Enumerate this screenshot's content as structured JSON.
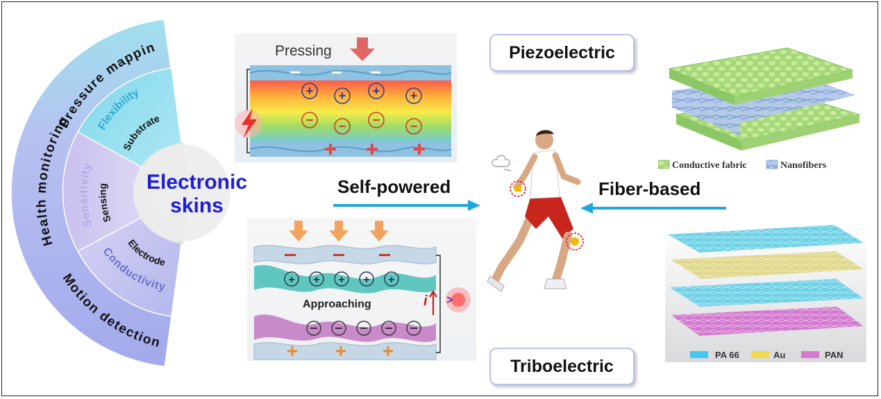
{
  "fan": {
    "outer": {
      "top": "Pressure mapping",
      "middle": "Health monitoring",
      "bottom": "Motion detection"
    },
    "middle": {
      "top": "Flexibility",
      "middle": "Sensitivity",
      "bottom": "Conductivity"
    },
    "inner": {
      "top": "Substrate",
      "middle": "Sensing",
      "bottom": "Electrode"
    },
    "center_line1": "Electronic",
    "center_line2": "skins",
    "colors": {
      "outer": "#a9b8ef",
      "flex": "#7fd6ea",
      "sens": "#c8c2ee",
      "title": "#1e1ed6"
    }
  },
  "piezo": {
    "label": "Pressing",
    "plus": "+",
    "minus": "−"
  },
  "tribo": {
    "label": "Approaching",
    "current": "i"
  },
  "labels": {
    "piezoelectric": "Piezoelectric",
    "triboelectric": "Triboelectric",
    "self_powered": "Self-powered",
    "fiber_based": "Fiber-based"
  },
  "fabric_legend": {
    "conductive": "Conductive fabric",
    "nanofibers": "Nanofibers"
  },
  "layers_legend": {
    "pa66": "PA 66",
    "au": "Au",
    "pan": "PAN"
  }
}
